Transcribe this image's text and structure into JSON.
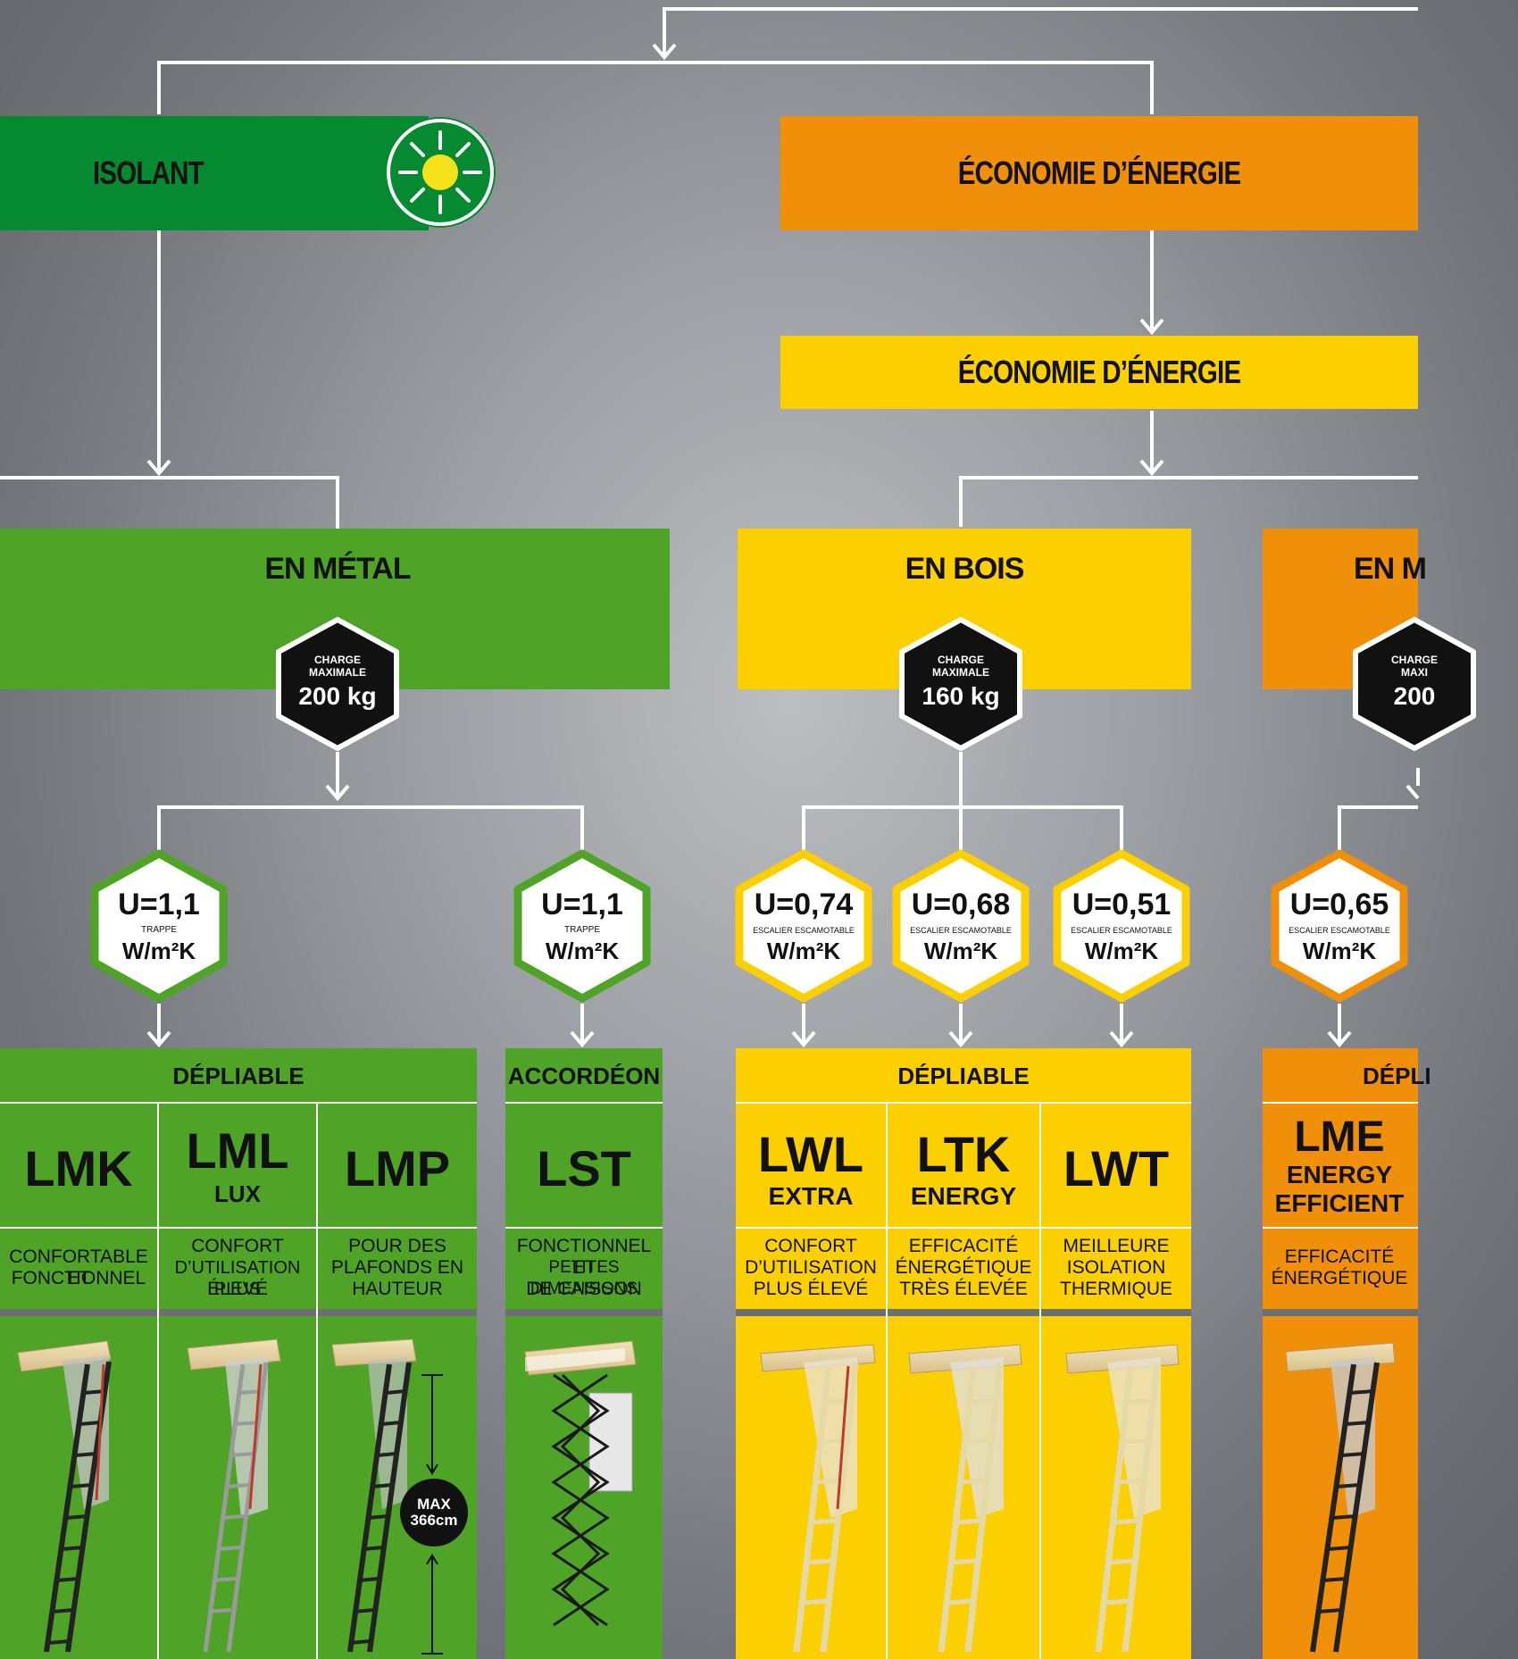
{
  "top_branches": {
    "isolant": "ISOLANT",
    "economie": "ÉCONOMIE D’ÉNERGIE"
  },
  "sub_branch": "ÉCONOMIE D’ÉNERGIE",
  "materials": {
    "metal": {
      "label": "EN MÉTAL",
      "charge_label": "CHARGE\nMAXIMALE",
      "charge_line1": "CHARGE",
      "charge_line2": "MAXIMALE",
      "charge_value": "200 kg"
    },
    "bois": {
      "label": "EN BOIS",
      "charge_line1": "CHARGE",
      "charge_line2": "MAXIMALE",
      "charge_value": "160 kg"
    },
    "metal2": {
      "label": "EN M",
      "charge_line1": "CHARGE",
      "charge_line2": "MAXI",
      "charge_value": "200"
    }
  },
  "u_values": [
    {
      "value": "U=1,1",
      "sub": "TRAPPE",
      "unit": "W/m²K"
    },
    {
      "value": "U=1,1",
      "sub": "TRAPPE",
      "unit": "W/m²K"
    },
    {
      "value": "U=0,74",
      "sub": "ESCALIER ESCAMOTABLE",
      "unit": "W/m²K"
    },
    {
      "value": "U=0,68",
      "sub": "ESCALIER ESCAMOTABLE",
      "unit": "W/m²K"
    },
    {
      "value": "U=0,51",
      "sub": "ESCALIER ESCAMOTABLE",
      "unit": "W/m²K"
    },
    {
      "value": "U=0,65",
      "sub": "ESCALIER ESCAMOTABLE",
      "unit": "W/m²K"
    }
  ],
  "groups": {
    "depliable_metal": "DÉPLIABLE",
    "accordeon": "ACCORDÉON",
    "depliable_bois": "DÉPLIABLE",
    "depliable_orange": "DÉPLI"
  },
  "products": {
    "lmk": {
      "name": "LMK",
      "sub": "",
      "desc1": "CONFORTABLE ET",
      "desc2": "FONCTIONNEL",
      "desc3": ""
    },
    "lml": {
      "name": "LML",
      "sub": "LUX",
      "desc1": "CONFORT",
      "desc2": "D’UTILISATION PLUS",
      "desc3": "ÉLEVÉ"
    },
    "lmp": {
      "name": "LMP",
      "sub": "",
      "desc1": "POUR DES",
      "desc2": "PLAFONDS EN",
      "desc3": "HAUTEUR"
    },
    "lst": {
      "name": "LST",
      "sub": "",
      "desc1": "FONCTIONNEL ET",
      "desc2": "PETITES DIMENSIONS",
      "desc3": "DE CAISSON"
    },
    "lwl": {
      "name": "LWL",
      "sub": "EXTRA",
      "desc1": "CONFORT",
      "desc2": "D’UTILISATION",
      "desc3": "PLUS ÉLEVÉ"
    },
    "ltk": {
      "name": "LTK",
      "sub": "ENERGY",
      "desc1": "EFFICACITÉ",
      "desc2": "ÉNERGÉTIQUE",
      "desc3": "TRÈS ÉLEVÉE"
    },
    "lwt": {
      "name": "LWT",
      "sub": "",
      "desc1": "MEILLEURE",
      "desc2": "ISOLATION",
      "desc3": "THERMIQUE"
    },
    "lme": {
      "name": "LME",
      "sub1": "ENERGY",
      "sub2": "EFFICIENT",
      "desc1": "EFFICACITÉ",
      "desc2": "ÉNERGÉTIQUE"
    }
  },
  "max_height": {
    "line1": "MAX",
    "line2": "366cm"
  },
  "colors": {
    "dark_green": "#058a32",
    "green": "#4fa428",
    "orange": "#f0900a",
    "yellow": "#fcd000",
    "hex_black": "#111111"
  },
  "icons": {
    "sun": "sun-icon",
    "arrow": "arrow-down-icon"
  }
}
